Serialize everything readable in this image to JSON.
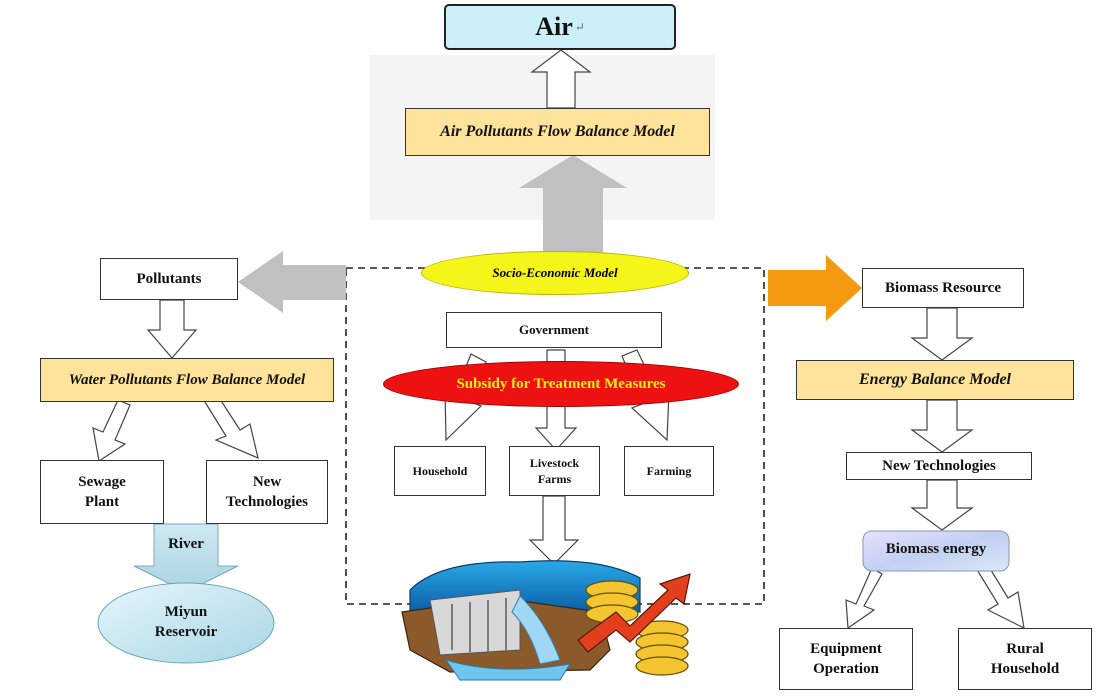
{
  "air": {
    "label": "Air",
    "mark": "↵"
  },
  "air_model": "Air Pollutants Flow Balance Model",
  "socio_model": "Socio-Economic Model",
  "left": {
    "pollutants": "Pollutants",
    "water_model": "Water Pollutants Flow Balance Model",
    "sewage": [
      "Sewage",
      "Plant"
    ],
    "new_tech": [
      "New",
      "Technologies"
    ],
    "river": "River",
    "reservoir": [
      "Miyun",
      "Reservoir"
    ]
  },
  "center": {
    "government": "Government",
    "subsidy": "Subsidy for Treatment Measures",
    "household": "Household",
    "livestock": [
      "Livestock",
      "Farms"
    ],
    "farming": "Farming",
    "illustration": "dam-and-coins-growth-illustration"
  },
  "right": {
    "biomass_resource": "Biomass Resource",
    "energy_model": "Energy Balance Model",
    "new_tech": "New Technologies",
    "biomass_energy": "Biomass energy",
    "equipment": [
      "Equipment",
      "Operation"
    ],
    "rural": [
      "Rural",
      "Household"
    ]
  },
  "colors": {
    "model_fill": "#fde49a",
    "air_fill": "#cdeffa",
    "socio_fill": "#f5f51a",
    "subsidy_fill": "#ee1111",
    "grey_arrow": "#c0c0c0",
    "orange_arrow": "#f59a10",
    "reservoir_fill": "#c9e8f0",
    "biomass_energy_fill": "#c9d3f5"
  }
}
